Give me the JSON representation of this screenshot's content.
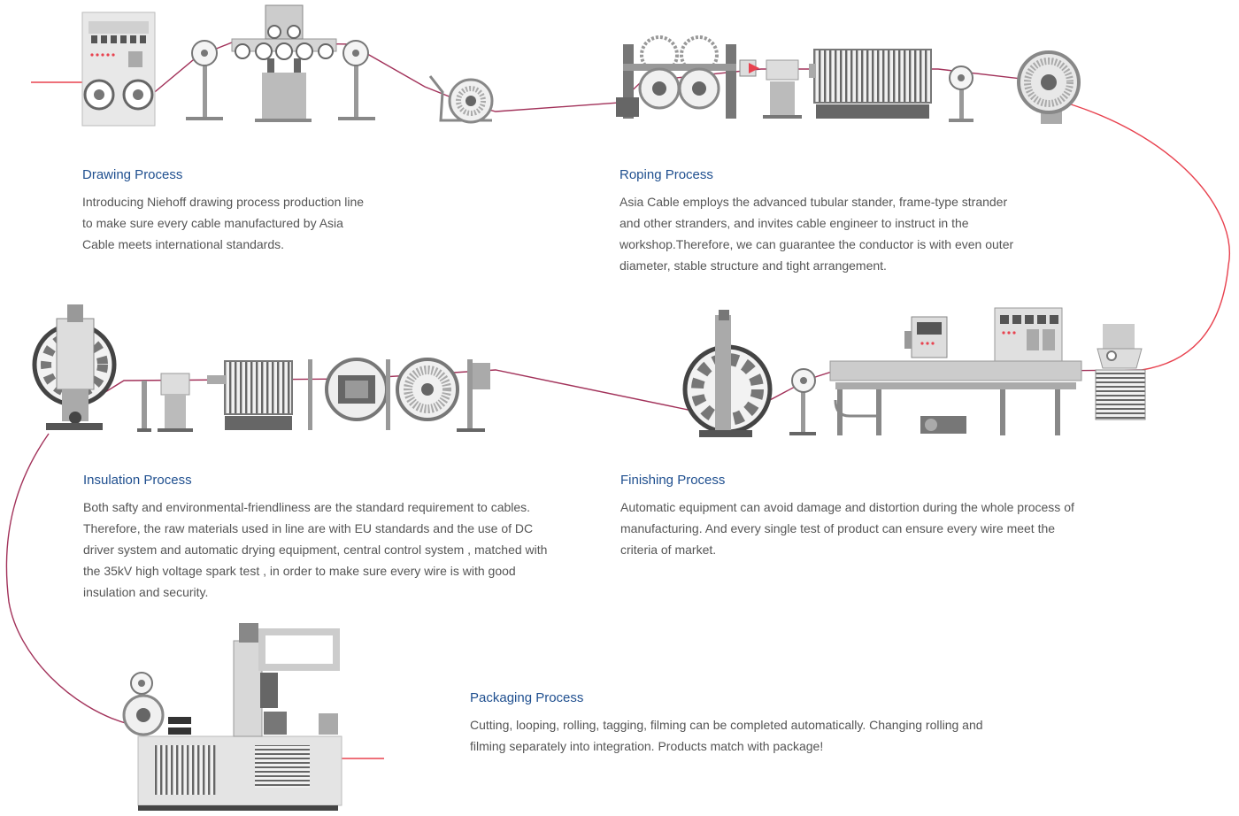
{
  "colors": {
    "wire": "#a2325a",
    "wire_red": "#e8424f",
    "machine_light": "#e3e3e3",
    "machine_mid": "#b4b4b4",
    "machine_dark": "#555555",
    "title": "#1f4f8f",
    "text": "#555555"
  },
  "processes": {
    "drawing": {
      "title": "Drawing Process",
      "description": "Introducing Niehoff drawing process production line to make sure every cable manufactured by Asia Cable meets international standards."
    },
    "roping": {
      "title": "Roping Process",
      "description": "Asia Cable employs the advanced tubular stander, frame-type strander and other stranders, and invites cable engineer to instruct in the workshop.Therefore, we can guarantee the conductor is with even outer diameter, stable structure and tight arrangement."
    },
    "insulation": {
      "title": "Insulation Process",
      "description": "Both safty and environmental-friendliness are the standard requirement to cables. Therefore, the raw materials used in line are with EU standards and the use of DC driver system and automatic drying equipment, central control system , matched with the 35kV high voltage spark test , in order to make sure every wire is with good insulation and security."
    },
    "finishing": {
      "title": "Finishing Process",
      "description": "Automatic equipment can avoid damage and distortion during the whole process of manufacturing. And every single test of product can ensure every wire meet the criteria of market."
    },
    "packaging": {
      "title": "Packaging Process",
      "description": "Cutting, looping, rolling, tagging, filming can be completed automatically. Changing rolling and filming separately into integration. Products match with package!"
    }
  }
}
